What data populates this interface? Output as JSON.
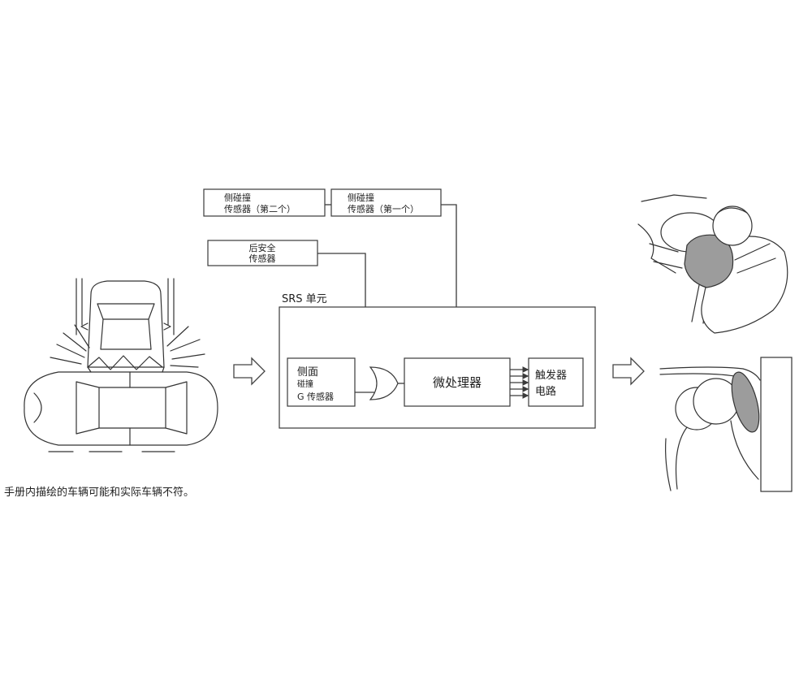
{
  "sensors": {
    "side_second": {
      "line1": "侧碰撞",
      "line2": "传感器（第二个）"
    },
    "side_first": {
      "line1": "侧碰撞",
      "line2": "传感器（第一个）"
    },
    "rear_safety": {
      "line1": "后安全",
      "line2": "传感器"
    }
  },
  "srs_unit": {
    "label": "SRS 单元",
    "side_g_sensor": [
      "侧面",
      "碰撞",
      "G 传感器"
    ],
    "microprocessor": "微处理器",
    "trigger_circuit": [
      "触发器",
      "电路"
    ]
  },
  "caption": "手册内描绘的车辆可能和实际车辆不符。",
  "colors": {
    "line": "#3a3a3a",
    "airbag": "#9c9c9c"
  }
}
